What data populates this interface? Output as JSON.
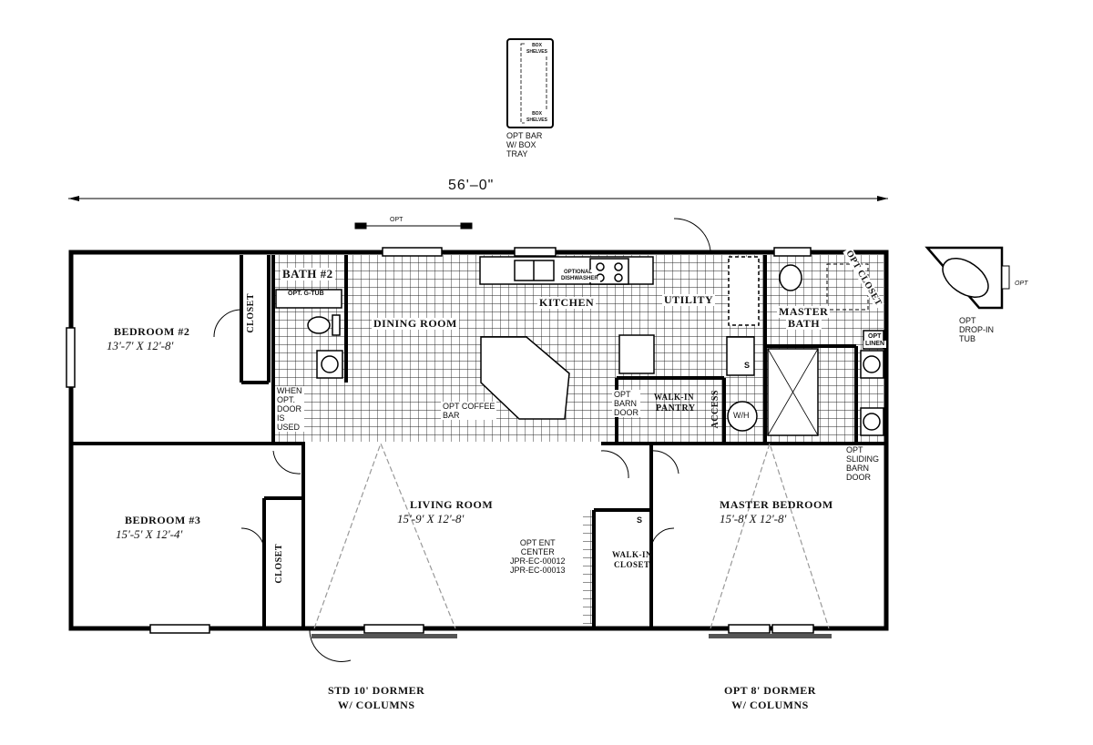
{
  "dimension": "56'–0\"",
  "rooms": {
    "bedroom2": {
      "name": "BEDROOM #2",
      "dims": "13'-7' X 12'-8'"
    },
    "bedroom3": {
      "name": "BEDROOM #3",
      "dims": "15'-5' X 12'-4'"
    },
    "living": {
      "name": "LIVING ROOM",
      "dims": "15'-9' X 12'-8'"
    },
    "master": {
      "name": "MASTER BEDROOM",
      "dims": "15'-8' X 12'-8'"
    },
    "dining": {
      "name": "DINING ROOM"
    },
    "kitchen": {
      "name": "KITCHEN"
    },
    "utility": {
      "name": "UTILITY"
    },
    "bath2": {
      "name": "BATH #2"
    },
    "master_bath_1": {
      "name": "MASTER"
    },
    "master_bath_2": {
      "name": "BATH"
    }
  },
  "labels": {
    "closet": "CLOSET",
    "walkin_pantry_1": "WALK-IN",
    "walkin_pantry_2": "PANTRY",
    "walkin_closet_1": "WALK-IN",
    "walkin_closet_2": "CLOSET",
    "access": "ACCESS",
    "wh": "W/H",
    "s": "S",
    "opt": "OPT",
    "opt_g_tub": "OPT. G-TUB",
    "opt_closet": "OPT CLOSET",
    "opt_linen_1": "OPT",
    "opt_linen_2": "LINEN",
    "optional_dishwasher_1": "OPTIONAL",
    "optional_dishwasher_2": "DISHWASHER",
    "opt_barn_door": [
      "OPT",
      "BARN",
      "DOOR"
    ],
    "opt_coffee_bar": [
      "OPT COFFEE",
      "BAR"
    ],
    "when_opt_door": [
      "WHEN",
      "OPT.",
      "DOOR",
      "IS",
      "USED"
    ],
    "opt_sliding_barn_door": [
      "OPT",
      "SLIDING",
      "BARN",
      "DOOR"
    ],
    "opt_ent_center": [
      "OPT ENT",
      "CENTER",
      "JPR-EC-00012",
      "JPR-EC-00013"
    ],
    "opt_bar_box_tray": [
      "OPT BAR",
      "W/ BOX",
      "TRAY"
    ],
    "box_shelves_1": [
      "BOX",
      "SHELVES"
    ],
    "box_shelves_2": [
      "BOX",
      "SHELVES"
    ],
    "opt_dropin_tub": [
      "OPT",
      "DROP-IN",
      "TUB"
    ],
    "std_dormer": [
      "STD 10' DORMER",
      "W/ COLUMNS"
    ],
    "opt_dormer": [
      "OPT 8' DORMER",
      "W/ COLUMNS"
    ]
  }
}
